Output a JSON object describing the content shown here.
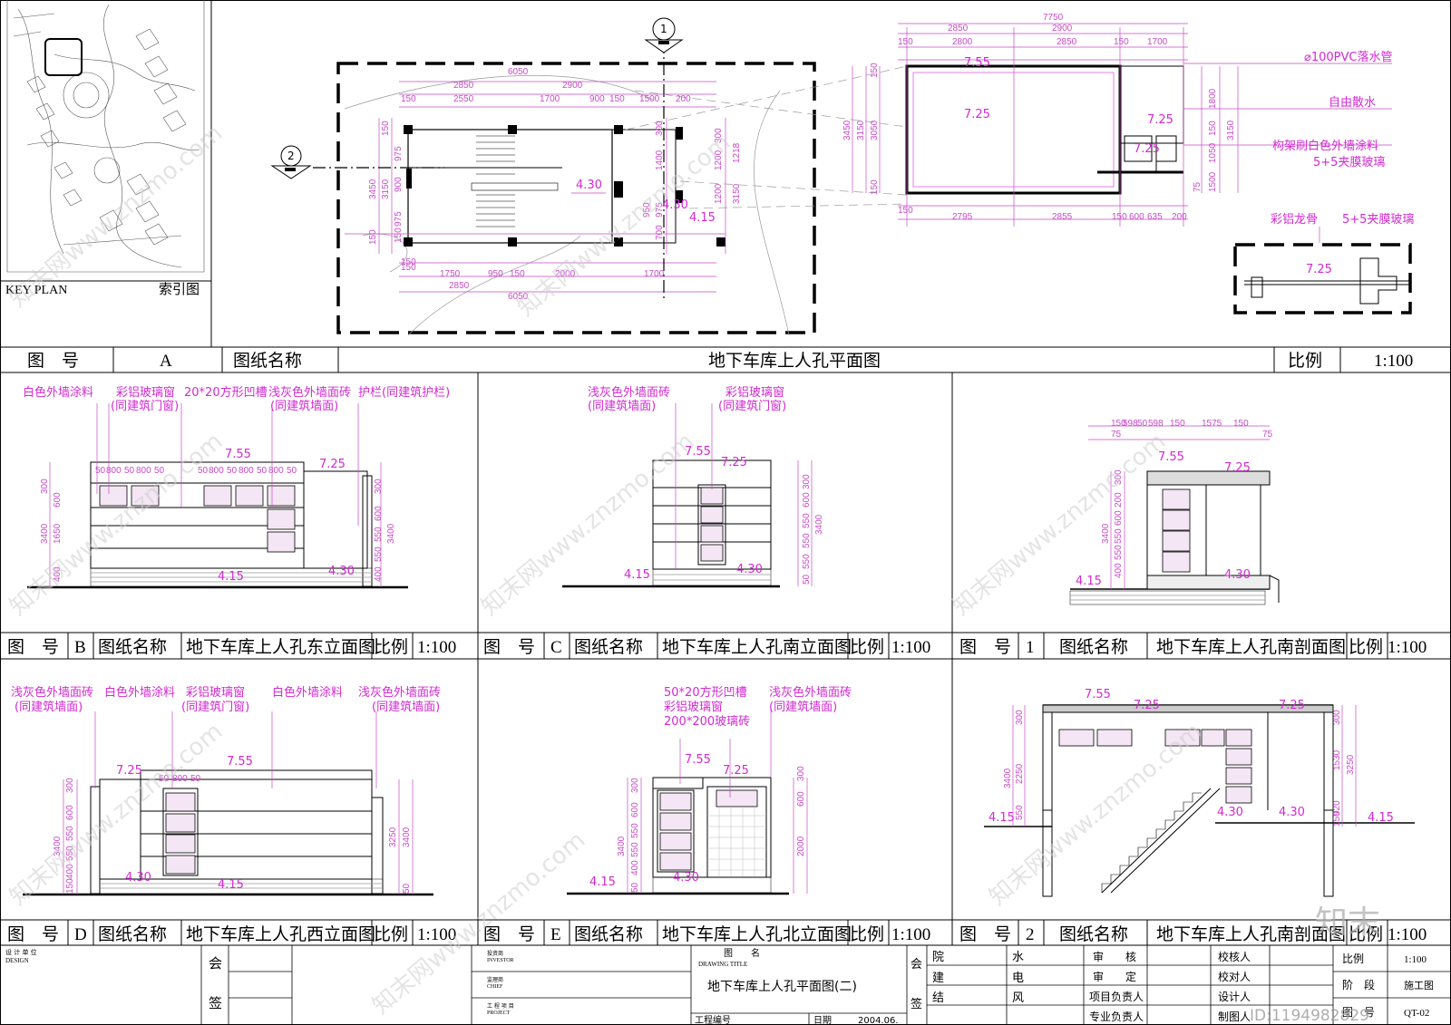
{
  "keyplan": {
    "label_en": "KEY PLAN",
    "label_cn": "索引图"
  },
  "plan": {
    "callouts": [
      "1",
      "2"
    ],
    "dims_top": [
      "6050",
      "2850",
      "2900",
      "150",
      "2550",
      "1700",
      "900",
      "150",
      "1500",
      "200"
    ],
    "dims_bottom": [
      "150",
      "1750",
      "950",
      "150",
      "2000",
      "1700",
      "2850",
      "6050",
      "150"
    ],
    "dims_left": [
      "3450",
      "3150",
      "150",
      "975",
      "900",
      "975",
      "150",
      "150"
    ],
    "dims_right": [
      "300",
      "1400",
      "1200",
      "1200",
      "975",
      "950",
      "700",
      "300",
      "3150",
      "1218"
    ],
    "levels": [
      "4.30",
      "4.30",
      "4.15"
    ]
  },
  "roof": {
    "dims_top": [
      "7750",
      "2850",
      "2900",
      "150",
      "2800",
      "2850",
      "150",
      "1700"
    ],
    "dims_bottom": [
      "150",
      "2795",
      "2855",
      "150",
      "600",
      "635",
      "200"
    ],
    "dims_left": [
      "3450",
      "3150",
      "3050",
      "150",
      "150"
    ],
    "dims_right": [
      "1800",
      "150",
      "3150",
      "1050",
      "1500",
      "75"
    ],
    "levels": [
      "7.55",
      "7.25",
      "7.25",
      "7.25"
    ],
    "notes": [
      "⌀100PVC落水管",
      "自由散水",
      "构架刷白色外墙涂料",
      "5+5夹膜玻璃"
    ]
  },
  "detail": {
    "notes": [
      "彩铝龙骨",
      "5+5夹膜玻璃"
    ],
    "level": "7.25"
  },
  "title_a": {
    "label_no": "图　号",
    "no": "A",
    "label_name": "图纸名称",
    "name": "地下车库上人孔平面图",
    "label_scale": "比例",
    "scale": "1:100"
  },
  "panel_b": {
    "notes": [
      "白色外墙涂料",
      "彩铝玻璃窗",
      "(同建筑门窗)",
      "20*20方形凹槽",
      "浅灰色外墙面砖",
      "(同建筑墙面)",
      "护栏(同建筑护栏)"
    ],
    "levels": [
      "7.55",
      "7.25",
      "4.15",
      "4.30"
    ],
    "dims": [
      "50",
      "800",
      "50",
      "800",
      "50",
      "50",
      "800",
      "50",
      "800",
      "50",
      "800",
      "50",
      "3400",
      "1650",
      "400",
      "300",
      "600",
      "400",
      "550",
      "550",
      "600",
      "300",
      "3400"
    ],
    "title": {
      "label_no": "图　号",
      "no": "B",
      "label_name": "图纸名称",
      "name": "地下车库上人孔东立面图",
      "label_scale": "比例",
      "scale": "1:100"
    }
  },
  "panel_c": {
    "notes": [
      "浅灰色外墙面砖",
      "(同建筑墙面)",
      "彩铝玻璃窗",
      "(同建筑门窗)"
    ],
    "levels": [
      "7.55",
      "7.25",
      "4.15",
      "4.30"
    ],
    "dims": [
      "300",
      "600",
      "550",
      "550",
      "550",
      "50",
      "3400"
    ],
    "title": {
      "label_no": "图　号",
      "no": "C",
      "label_name": "图纸名称",
      "name": "地下车库上人孔南立面图",
      "label_scale": "比例",
      "scale": "1:100"
    }
  },
  "panel_1": {
    "levels": [
      "7.55",
      "7.25",
      "4.15",
      "4.30"
    ],
    "dims": [
      "150",
      "598",
      "50",
      "598",
      "150",
      "1575",
      "150",
      "75",
      "75",
      "3400",
      "300",
      "200",
      "600",
      "550",
      "550",
      "400"
    ],
    "title": {
      "label_no": "图　号",
      "no": "1",
      "label_name": "图纸名称",
      "name": "地下车库上人孔南剖面图",
      "label_scale": "比例",
      "scale": "1:100"
    }
  },
  "panel_d": {
    "notes": [
      "浅灰色外墙面砖",
      "(同建筑墙面)",
      "白色外墙涂料",
      "彩铝玻璃窗",
      "(同建筑门窗)",
      "白色外墙涂料",
      "浅灰色外墙面砖",
      "(同建筑墙面)"
    ],
    "levels": [
      "7.25",
      "7.55",
      "4.30",
      "4.15"
    ],
    "dims": [
      "50",
      "800",
      "50",
      "3400",
      "300",
      "600",
      "550",
      "550",
      "400",
      "3250",
      "3400",
      "150",
      "50"
    ],
    "title": {
      "label_no": "图　号",
      "no": "D",
      "label_name": "图纸名称",
      "name": "地下车库上人孔西立面图",
      "label_scale": "比例",
      "scale": "1:100"
    }
  },
  "panel_e": {
    "notes": [
      "50*20方形凹槽",
      "彩铝玻璃窗",
      "200*200玻璃砖",
      "浅灰色外墙面砖",
      "(同建筑墙面)"
    ],
    "levels": [
      "7.55",
      "7.25",
      "4.15",
      "4.30"
    ],
    "dims": [
      "3400",
      "300",
      "600",
      "550",
      "550",
      "400",
      "50",
      "600",
      "300",
      "2000"
    ],
    "title": {
      "label_no": "图　号",
      "no": "E",
      "label_name": "图纸名称",
      "name": "地下车库上人孔北立面图",
      "label_scale": "比例",
      "scale": "1:100"
    }
  },
  "panel_2": {
    "levels": [
      "7.55",
      "7.25",
      "7.25",
      "4.15",
      "4.30",
      "4.30",
      "4.15"
    ],
    "dims": [
      "3400",
      "300",
      "2250",
      "550",
      "300",
      "1530",
      "3250",
      "920",
      "150"
    ],
    "title": {
      "label_no": "图　号",
      "no": "2",
      "label_name": "图纸名称",
      "name": "地下车库上人孔南剖面图",
      "label_scale": "比例",
      "scale": "1:100"
    }
  },
  "titleblock": {
    "design_unit_cn": "设 计 单 位",
    "design_unit_en": "DESIGN",
    "hui": "会",
    "qian": "签",
    "small": [
      "投资商",
      "INVESTOR",
      "监理商",
      "CHIEF",
      "工 程 项 目",
      "PROJECT"
    ],
    "drawing_title_cn": "图　　名",
    "drawing_title_en": "DRAWING TITLE",
    "drawing_name": "地下车库上人孔平面图(二)",
    "project_no": "工程编号",
    "date_label": "日期",
    "date": "2004.06.",
    "hui2": "会",
    "qian2": "签",
    "disciplines": [
      "院",
      "建",
      "结",
      "水",
      "电",
      "风"
    ],
    "roles": [
      "审　　核",
      "审　　定",
      "项目负责人",
      "专业负责人",
      "校核人",
      "校对人",
      "设计人",
      "制图人"
    ],
    "right_labels": [
      "比例",
      "阶　段",
      "图　号"
    ],
    "right_values": [
      "1:100",
      "施工图",
      "QT-02"
    ]
  },
  "watermark": {
    "text": "知末网www.znzmo.com",
    "logo": "知末",
    "id": "ID:1194982829"
  }
}
